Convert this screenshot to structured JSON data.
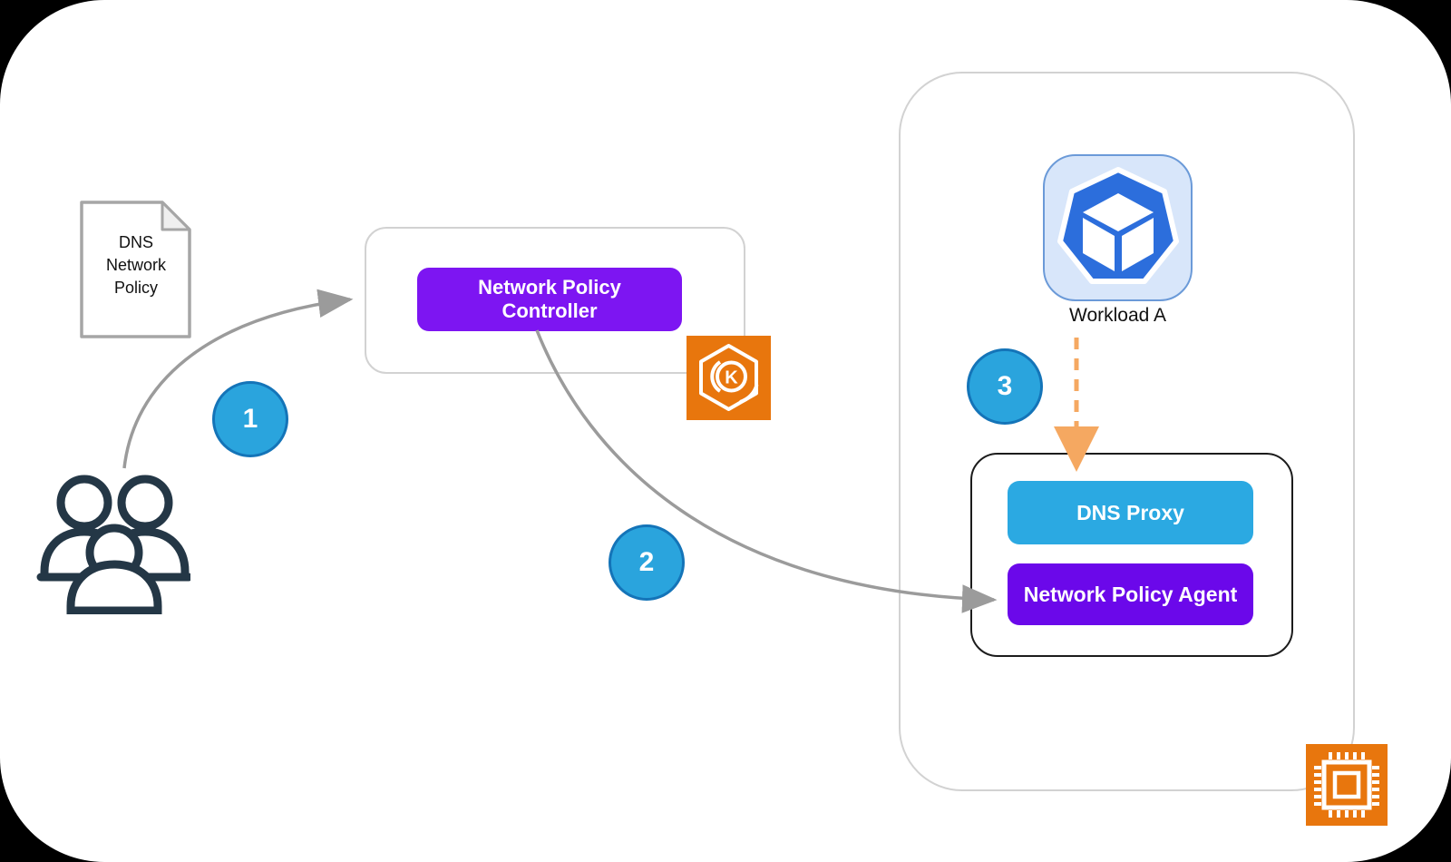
{
  "colors": {
    "page-bg": "#000000",
    "canvas-bg": "#ffffff",
    "purple": "#7d15f2",
    "purple-deep": "#6b08ea",
    "blue-btn": "#2ba9e2",
    "circle-fill": "#2aa4dd",
    "circle-border": "#1474b8",
    "orange": "#e8760d",
    "orange-light": "#f5a861",
    "gray-arrow": "#9b9b9b",
    "box-border": "#d2d2d2",
    "inner-box-border": "#1c1c1c",
    "workload-tile-bg": "#d8e6fa",
    "workload-tile-border": "#6b9ad8",
    "workload-blue": "#2c6edc",
    "people-stroke": "#243746",
    "doc-border": "#a6a6a6",
    "text-dark": "#111111"
  },
  "policy_doc": {
    "lines": [
      "DNS",
      "Network",
      "Policy"
    ]
  },
  "steps": {
    "one": "1",
    "two": "2",
    "three": "3"
  },
  "controller": {
    "label": "Network Policy Controller"
  },
  "workload": {
    "label": "Workload A"
  },
  "pod_box": {
    "dns_proxy_label": "DNS Proxy",
    "agent_label": "Network Policy Agent"
  },
  "eks_icon": {
    "letter": "K"
  }
}
